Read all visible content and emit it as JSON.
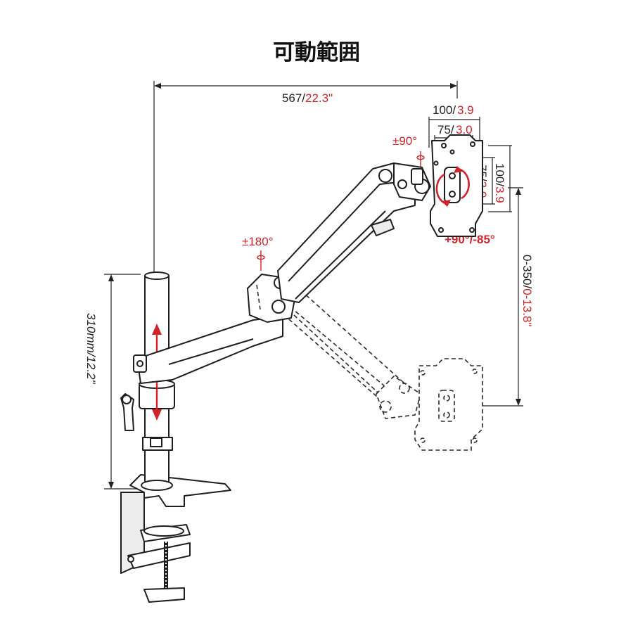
{
  "title": "可動範囲",
  "labels": {
    "reach_mm": "567/",
    "reach_in": "22.3\"",
    "vesa100_mm": "100/",
    "vesa100_in": "3.9",
    "vesa75_mm": "75/",
    "vesa75_in": "3.0",
    "vesa100v_mm": "100/",
    "vesa100v_in": "3.9",
    "vesa75v_mm": "75/",
    "vesa75v_in": "3.0",
    "swivel": "±90°",
    "rotate": "±180°",
    "tilt": "+90°/-85°",
    "lift_mm": "0-350/",
    "lift_in": "0-13.8\"",
    "pole_height": "310mm/12.2\""
  },
  "colors": {
    "ink": "#231f20",
    "accent": "#d2232a"
  }
}
